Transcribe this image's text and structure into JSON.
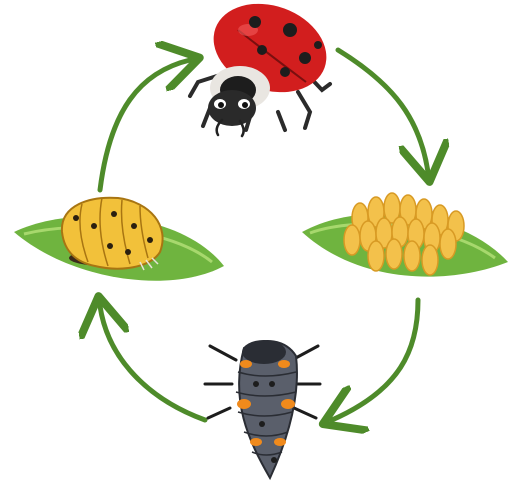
{
  "diagram": {
    "type": "cycle",
    "stages": [
      {
        "id": "adult",
        "icon": "ladybug-icon"
      },
      {
        "id": "eggs",
        "icon": "egg-cluster-icon"
      },
      {
        "id": "larva",
        "icon": "larva-icon"
      },
      {
        "id": "pupa",
        "icon": "pupa-icon"
      }
    ],
    "arrow_direction": "clockwise",
    "colors": {
      "arrow": "#4e8b2a",
      "leaf": "#6fb43f",
      "leaf_light": "#a7d86d",
      "ladybug_shell": "#d21e1e",
      "egg": "#f3c14b",
      "larva_body": "#5a5f6b",
      "larva_spots": "#f08a1c",
      "pupa": "#f2c13a"
    }
  }
}
